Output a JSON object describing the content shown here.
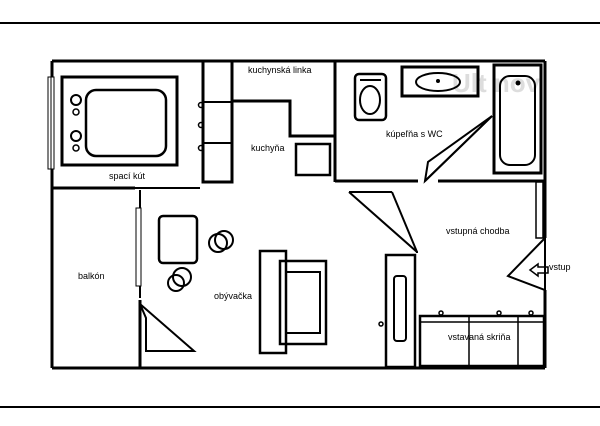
{
  "plan": {
    "rooms": {
      "sleeping_area": "spací kút",
      "kitchen_counter": "kuchynská linka",
      "kitchen": "kuchyňa",
      "bathroom": "kúpeľňa s WC",
      "entrance_hall": "vstupná chodba",
      "balcony": "balkón",
      "living_room": "obývačka",
      "wardrobe": "vstavaná skriňa"
    },
    "entrance_label": "vstup",
    "watermark": "Ult nov",
    "colors": {
      "line": "#000000",
      "background": "#ffffff",
      "watermark": "#d9d9d9"
    }
  }
}
